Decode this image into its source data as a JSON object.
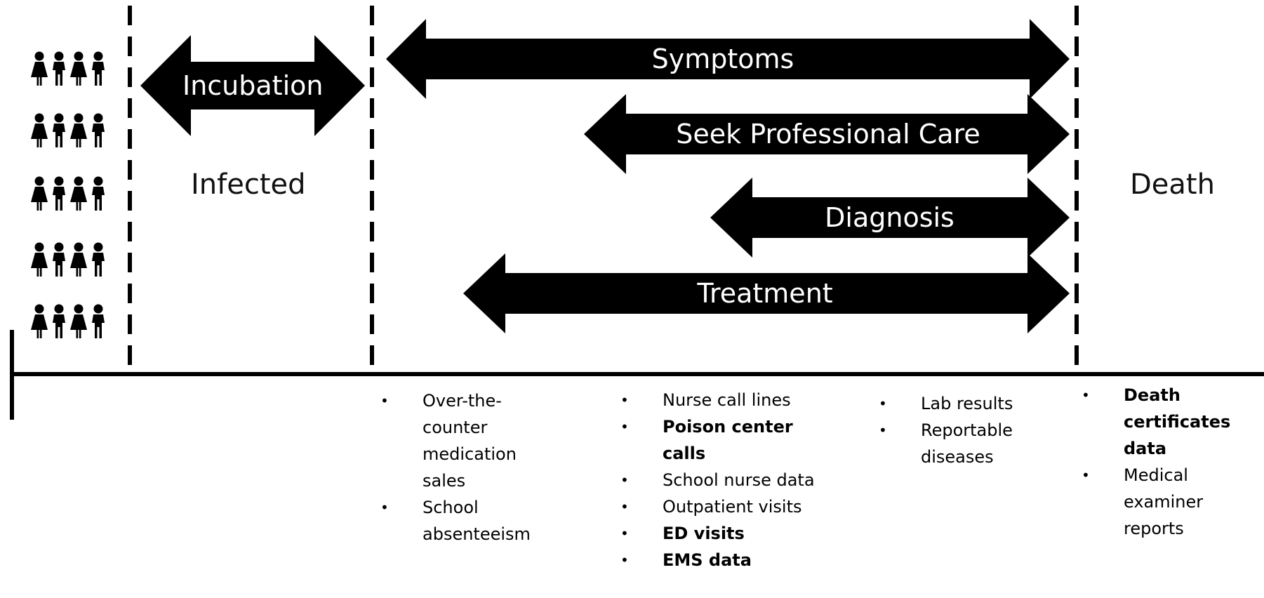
{
  "arrows": {
    "incubation": "Incubation",
    "symptoms": "Symptoms",
    "seek_care": "Seek Professional Care",
    "diagnosis": "Diagnosis",
    "treatment": "Treatment"
  },
  "phases": {
    "infected": "Infected",
    "death": "Death"
  },
  "icons": {
    "population": "people-group-icon"
  },
  "sources": {
    "col1": [
      {
        "text": "Over-the-counter medication sales",
        "bold": false
      },
      {
        "text": "School absenteeism",
        "bold": false
      }
    ],
    "col2": [
      {
        "text": "Nurse call lines",
        "bold": false
      },
      {
        "text": "Poison center calls",
        "bold": true
      },
      {
        "text": "School nurse data",
        "bold": false
      },
      {
        "text": "Outpatient visits",
        "bold": false
      },
      {
        "text": "ED visits",
        "bold": true
      },
      {
        "text": "EMS data",
        "bold": true
      }
    ],
    "col3": [
      {
        "text": "Lab results",
        "bold": false
      },
      {
        "text": "Reportable diseases",
        "bold": false
      }
    ],
    "col4": [
      {
        "text": "Death certificates data",
        "bold": true
      },
      {
        "text": "Medical examiner reports",
        "bold": false
      }
    ]
  }
}
